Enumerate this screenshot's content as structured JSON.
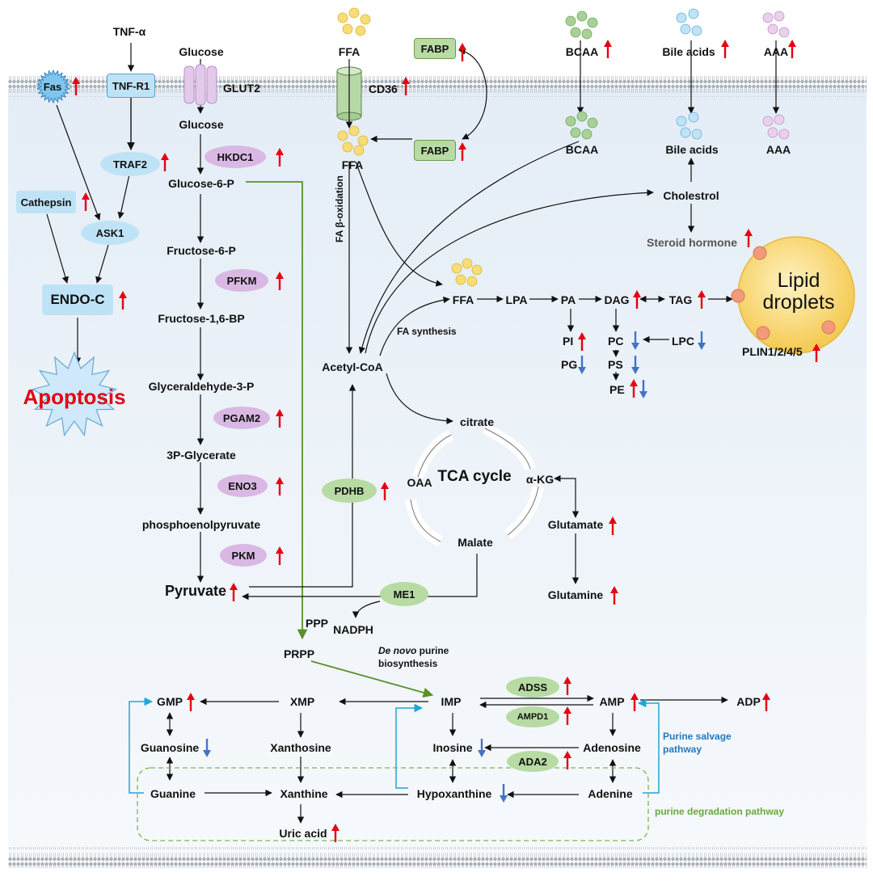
{
  "colors": {
    "up_arrow": "#e60012",
    "down_arrow": "#4472c4",
    "enzyme_purple": "#d9b8e3",
    "enzyme_green": "#b7dba3",
    "protein_blue": "#bfe3f6",
    "ppp_path": "#5a8f2a",
    "salvage_path": "#1fa6d8",
    "degradation_box": "#7fb34d",
    "apoptosis_text": "#e60012",
    "lipid_droplet": "#f9d77a"
  },
  "signaling": {
    "tnf_alpha": "TNF-α",
    "fas": "Fas",
    "tnf_r1": "TNF-R1",
    "traf2": "TRAF2",
    "cathepsin": "Cathepsin",
    "ask1": "ASK1",
    "endo_c": "ENDO-C",
    "apoptosis": "Apoptosis"
  },
  "glycolysis": {
    "glucose_out": "Glucose",
    "glut2": "GLUT2",
    "glucose_in": "Glucose",
    "hkdc1": "HKDC1",
    "g6p": "Glucose-6-P",
    "f6p": "Fructose-6-P",
    "pfkm": "PFKM",
    "f16bp": "Fructose-1,6-BP",
    "g3p": "Glyceraldehyde-3-P",
    "pgam2": "PGAM2",
    "p3g": "3P-Glycerate",
    "eno3": "ENO3",
    "pep": "phosphoenolpyruvate",
    "pkm": "PKM",
    "pyruvate": "Pyruvate"
  },
  "lipid": {
    "ffa_out": "FFA",
    "cd36": "CD36",
    "fabp_membrane": "FABP",
    "fabp_inner": "FABP",
    "ffa_in": "FFA",
    "beta_oxidation": "FA β-oxidation",
    "fa_synthesis": "FA synthesis",
    "acetyl_coa": "Acetyl-CoA",
    "pdhb": "PDHB",
    "ffa_chain": "FFA",
    "lpa": "LPA",
    "pa": "PA",
    "dag": "DAG",
    "tag": "TAG",
    "pi": "PI",
    "pg": "PG",
    "pc": "PC",
    "lpc": "LPC",
    "ps": "PS",
    "pe": "PE",
    "lipid_droplets": "Lipid droplets",
    "plin": "PLIN1/2/4/5",
    "cholesterol": "Cholestrol",
    "steroid": "Steroid hormone"
  },
  "amino": {
    "bcaa_out": "BCAA",
    "bcaa_in": "BCAA",
    "bile_out": "Bile acids",
    "bile_in": "Bile acids",
    "aaa_out": "AAA",
    "aaa_in": "AAA"
  },
  "tca": {
    "title": "TCA cycle",
    "citrate": "citrate",
    "akg": "α-KG",
    "oaa": "OAA",
    "malate": "Malate",
    "glutamate": "Glutamate",
    "glutamine": "Glutamine",
    "me1": "ME1",
    "nadph": "NADPH"
  },
  "purine": {
    "ppp": "PPP",
    "prpp": "PRPP",
    "denovo_italic": "De novo",
    "denovo_rest": " purine",
    "denovo_line2": "biosynthesis",
    "imp": "IMP",
    "adss": "ADSS",
    "ampd1": "AMPD1",
    "amp": "AMP",
    "adp": "ADP",
    "xmp": "XMP",
    "gmp": "GMP",
    "guanosine": "Guanosine",
    "xanthosine": "Xanthosine",
    "inosine": "Inosine",
    "adenosine": "Adenosine",
    "ada2": "ADA2",
    "guanine": "Guanine",
    "xanthine": "Xanthine",
    "hypoxanthine": "Hypoxanthine",
    "adenine": "Adenine",
    "uric_acid": "Uric acid",
    "salvage_line1": "Purine salvage",
    "salvage_line2": "pathway",
    "degradation": "purine degradation pathway"
  }
}
